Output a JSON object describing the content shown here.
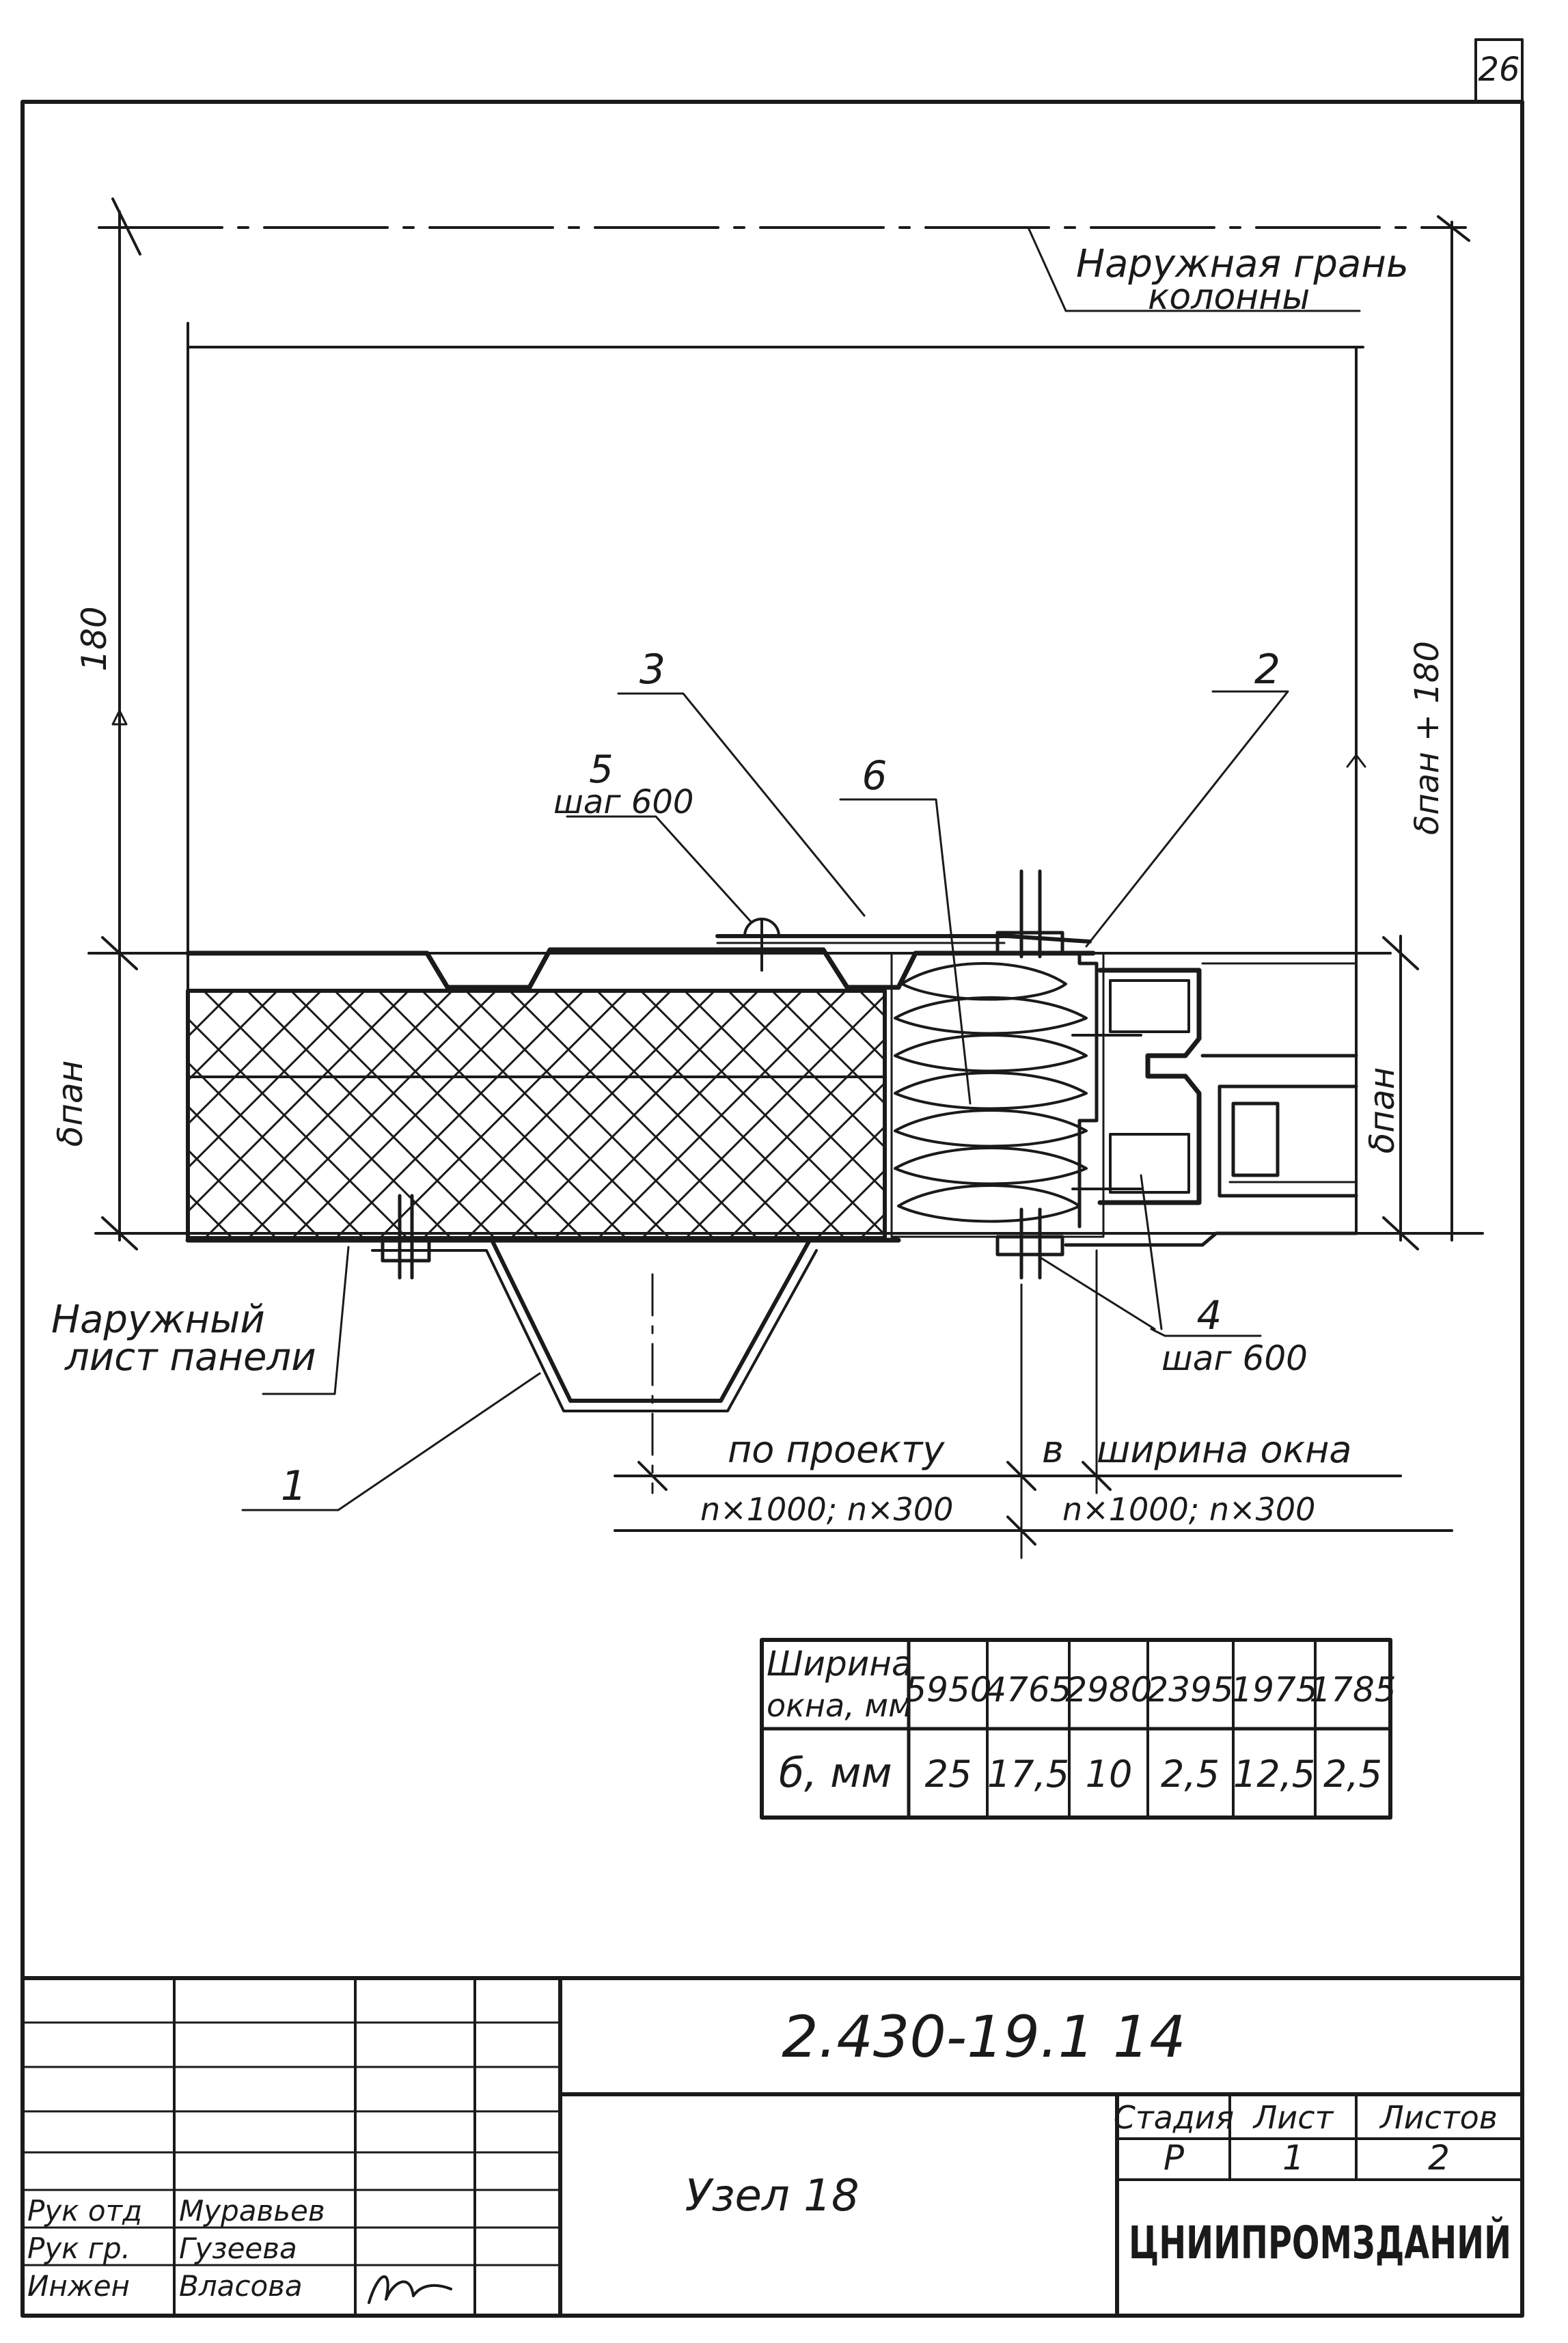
{
  "sheet_number": "26",
  "drawing": {
    "column_face_label_line1": "Наружная грань",
    "column_face_label_line2": "колонны",
    "dim_180_left": "180",
    "dim_right_vertical": "δпан + 180",
    "dim_panel_left": "δпан",
    "dim_panel_right": "δпан",
    "outer_sheet_label_line1": "Наружный",
    "outer_sheet_label_line2": "лист панели",
    "callout_1": "1",
    "callout_2": "2",
    "callout_3": "3",
    "callout_4": "4",
    "callout_4_step": "шаг 600",
    "callout_5": "5",
    "callout_5_step": "шаг 600",
    "callout_6": "6",
    "dim_by_project": "по проекту",
    "dim_b": "в",
    "dim_window_width": "ширина окна",
    "dim_modules_left": "n×1000; n×300",
    "dim_modules_right": "n×1000; n×300"
  },
  "table": {
    "row1_header_line1": "Ширина",
    "row1_header_line2": "окна, мм",
    "row2_header": "б, мм",
    "widths": [
      "5950",
      "4765",
      "2980",
      "2395",
      "1975",
      "1785"
    ],
    "b_values": [
      "25",
      "17,5",
      "10",
      "2,5",
      "12,5",
      "2,5"
    ]
  },
  "title_block": {
    "doc_code": "2.430-19.1 14",
    "sheet_title": "Узел 18",
    "stage_header": "Стадия",
    "sheet_header": "Лист",
    "sheets_header": "Листов",
    "stage_value": "Р",
    "sheet_value": "1",
    "sheets_value": "2",
    "organization": "ЦНИИПРОМЗДАНИЙ",
    "roles": [
      "Рук отд",
      "Рук гр.",
      "Инжен"
    ],
    "names": [
      "Муравьев",
      "Гузеева",
      "Власова"
    ]
  }
}
